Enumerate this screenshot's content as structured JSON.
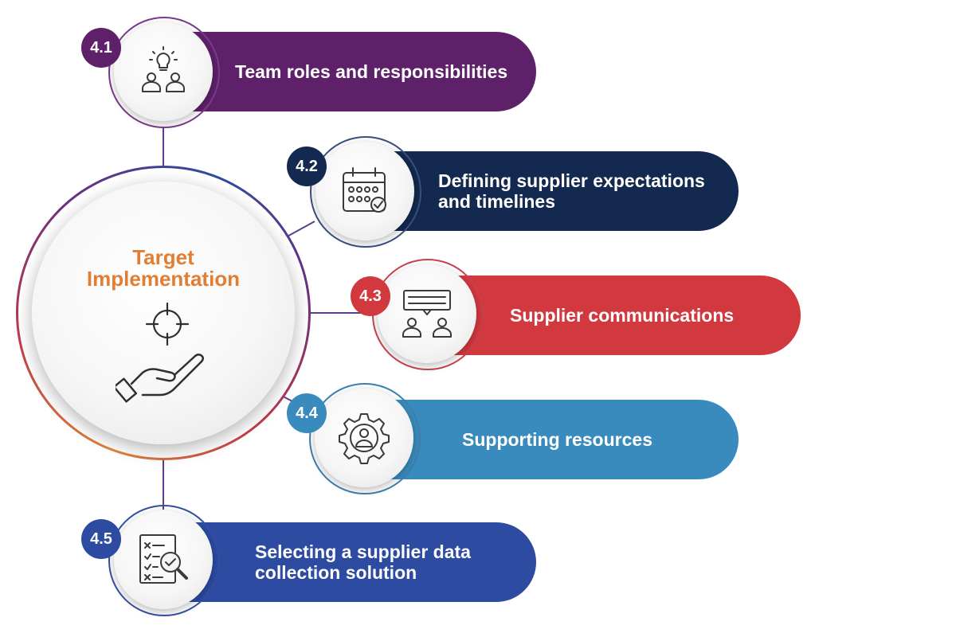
{
  "center": {
    "title_line1": "Target",
    "title_line2": "Implementation",
    "icons": [
      "crosshair-target-icon",
      "open-hand-icon"
    ]
  },
  "steps": [
    {
      "number": "4.1",
      "label": "Team roles and responsibilities",
      "color": "#5e2169",
      "icon": "team-idea-icon"
    },
    {
      "number": "4.2",
      "label": "Defining supplier expectations and timelines",
      "color": "#14294f",
      "icon": "calendar-check-icon"
    },
    {
      "number": "4.3",
      "label": "Supplier communications",
      "color": "#d2393f",
      "icon": "people-speech-icon"
    },
    {
      "number": "4.4",
      "label": "Supporting resources",
      "color": "#3a8bbd",
      "icon": "gear-person-icon"
    },
    {
      "number": "4.5",
      "label": "Selecting a supplier data collection solution",
      "color": "#2c4ba1",
      "icon": "checklist-magnifier-icon"
    }
  ],
  "colors": {
    "center_title": "#e07f34",
    "ring_gradient": [
      "#e0863b",
      "#c03a4a",
      "#6a2f80",
      "#2f4b9e"
    ],
    "connector": "#5b3d8a"
  }
}
